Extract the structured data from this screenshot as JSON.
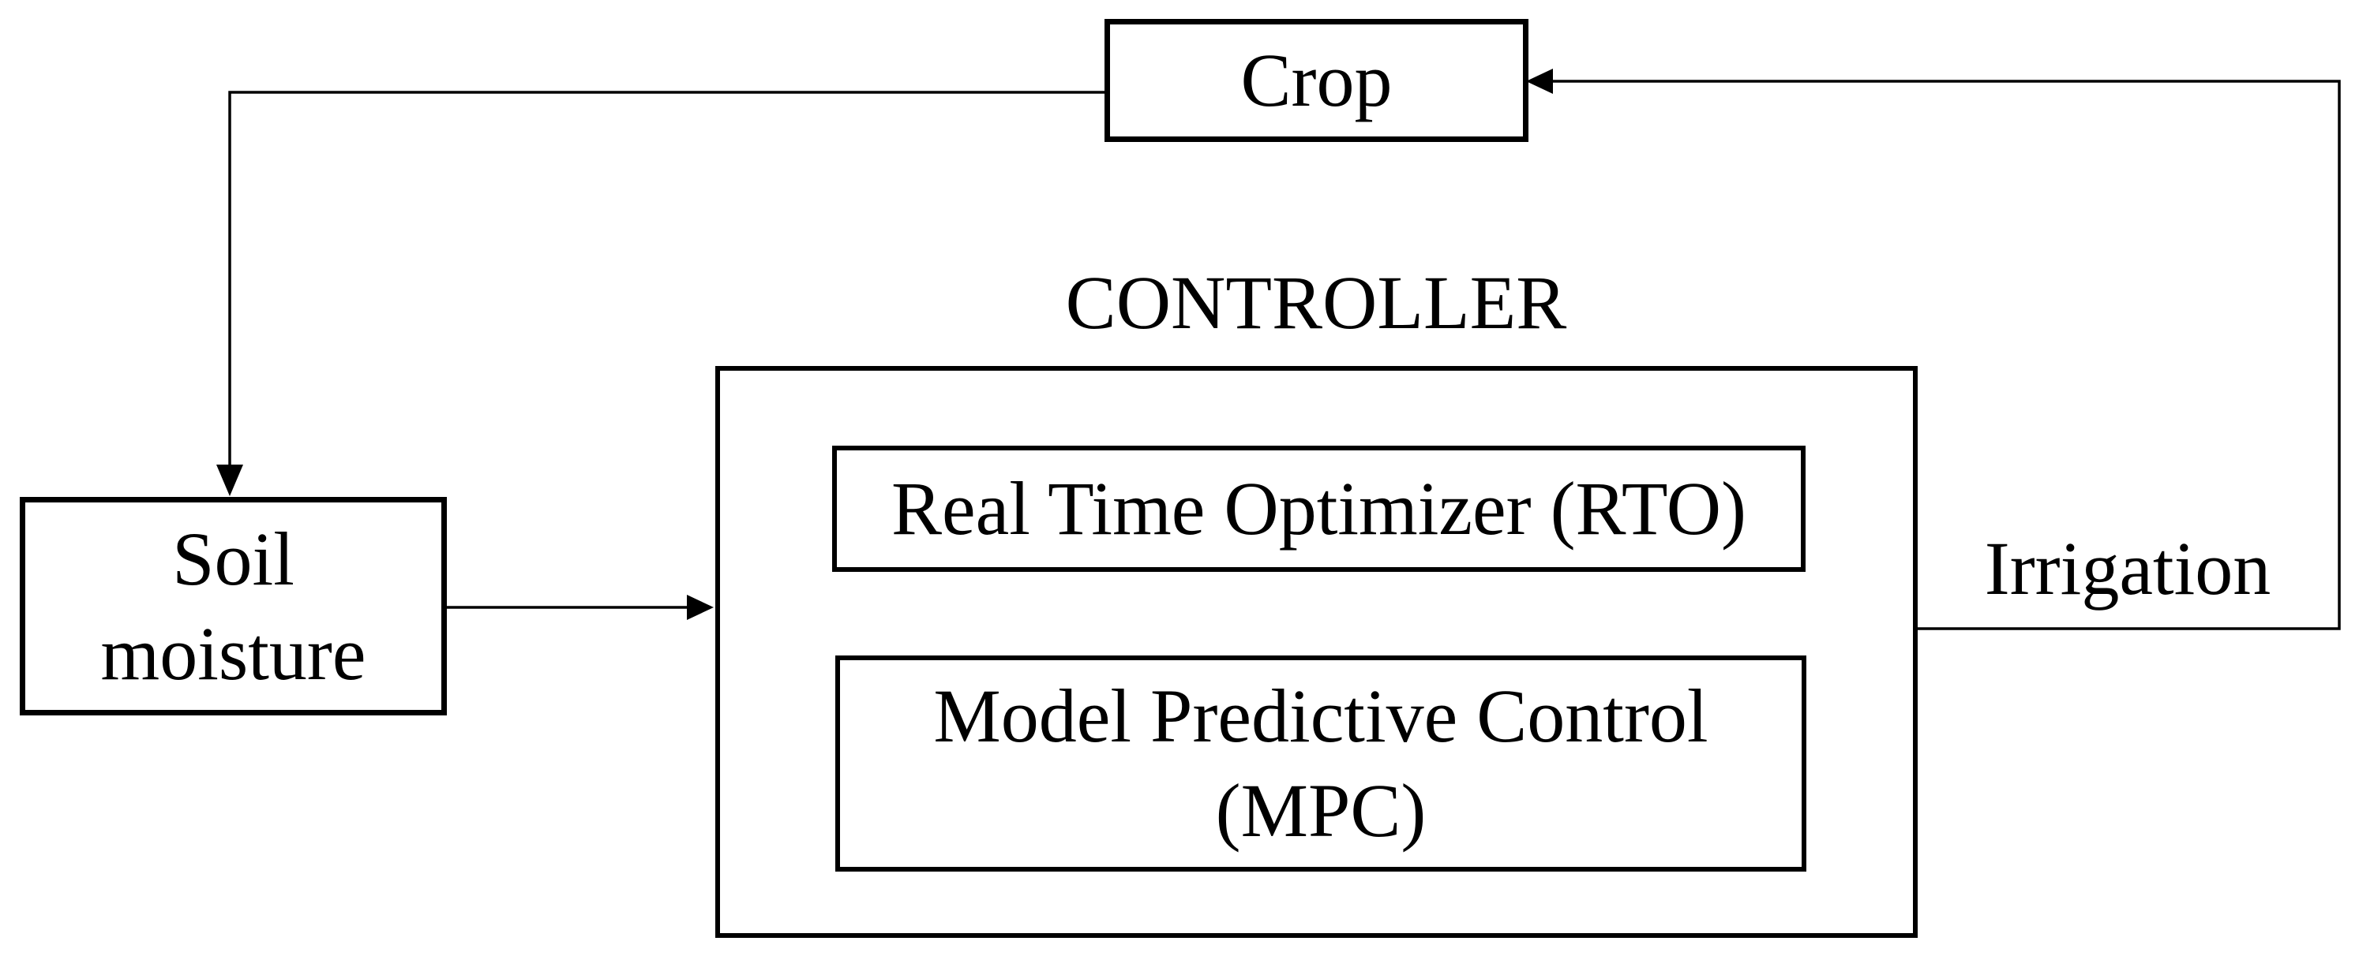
{
  "diagram": {
    "background_color": "#ffffff",
    "line_color": "#000000",
    "text_color": "#000000",
    "boxes": {
      "crop": {
        "label": "Crop"
      },
      "soil_moisture": {
        "line1": "Soil",
        "line2": "moisture"
      },
      "controller": {
        "title": "CONTROLLER"
      },
      "rto": {
        "label": "Real Time Optimizer (RTO)"
      },
      "mpc": {
        "line1": "Model Predictive Control",
        "line2": "(MPC)"
      }
    },
    "labels": {
      "irrigation": "Irrigation"
    },
    "connections": [
      {
        "from": "Crop",
        "to": "Soil moisture",
        "type": "arrow",
        "route": "left-then-down"
      },
      {
        "from": "Soil moisture",
        "to": "Controller",
        "type": "arrow",
        "route": "right"
      },
      {
        "from": "Controller",
        "to": "Crop",
        "type": "arrow",
        "route": "right-up-left",
        "label": "Irrigation"
      }
    ]
  }
}
